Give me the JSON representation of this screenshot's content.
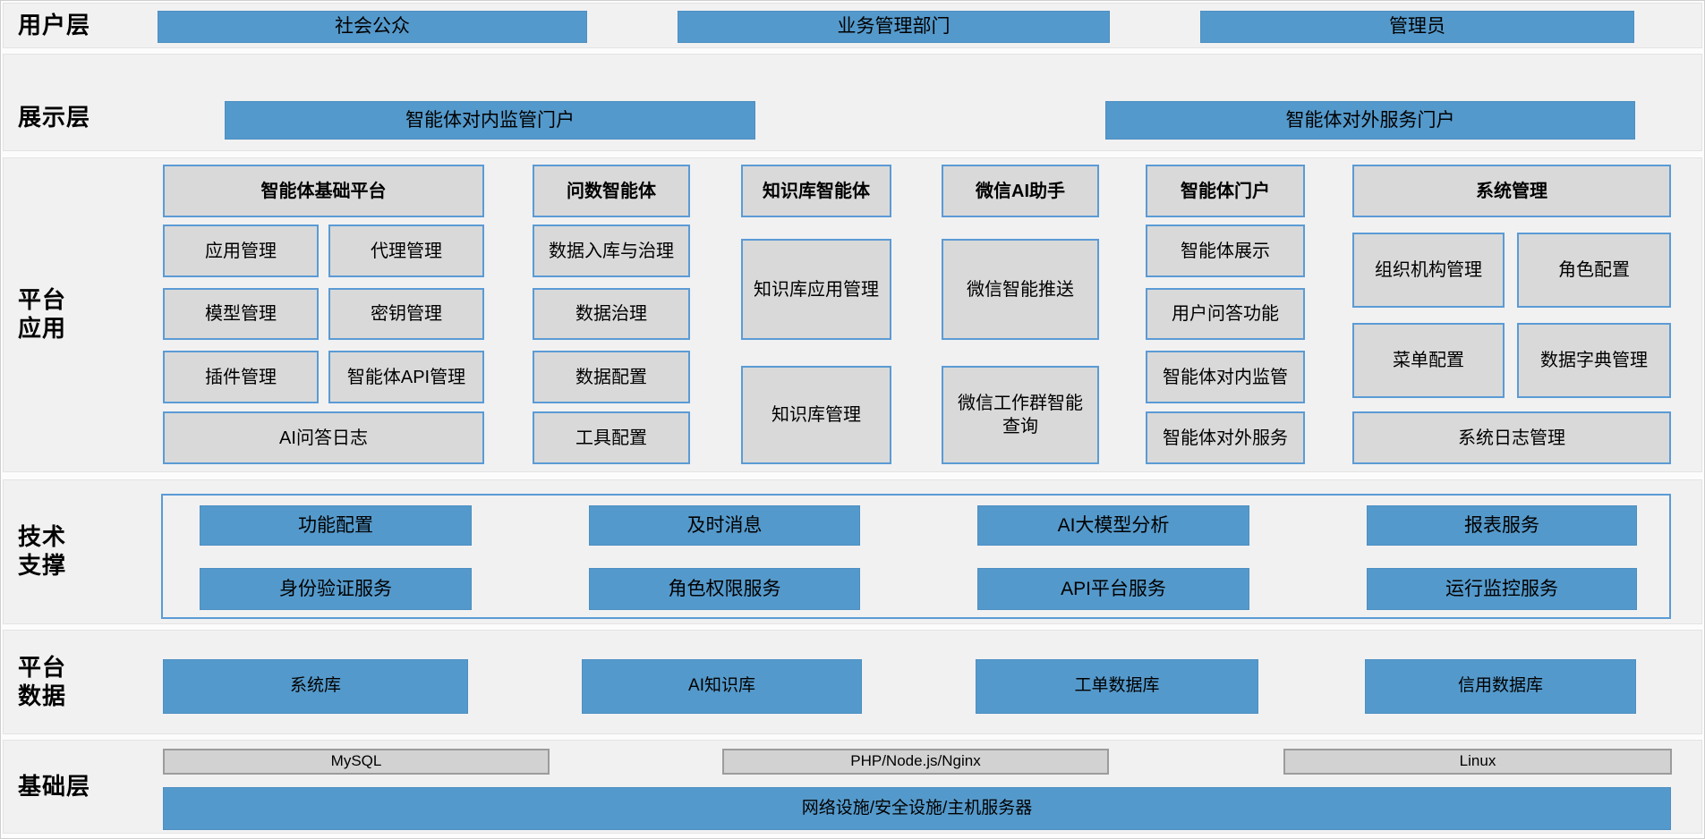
{
  "user_layer": {
    "label": "用户层",
    "boxes": [
      "社会公众",
      "业务管理部门",
      "管理员"
    ]
  },
  "display_layer": {
    "label": "展示层",
    "boxes": [
      "智能体对内监管门户",
      "智能体对外服务门户"
    ]
  },
  "platform_app_layer": {
    "label_lines": [
      "平台",
      "应用"
    ],
    "groups": [
      {
        "title": "智能体基础平台",
        "items": [
          "应用管理",
          "代理管理",
          "模型管理",
          "密钥管理",
          "插件管理",
          "智能体API管理",
          "AI问答日志"
        ]
      },
      {
        "title": "问数智能体",
        "items": [
          "数据入库与治理",
          "数据治理",
          "数据配置",
          "工具配置"
        ]
      },
      {
        "title": "知识库智能体",
        "items": [
          "知识库应用管理",
          "知识库管理"
        ]
      },
      {
        "title": "微信AI助手",
        "items": [
          "微信智能推送",
          "微信工作群智能查询"
        ]
      },
      {
        "title": "智能体门户",
        "items": [
          "智能体展示",
          "用户问答功能",
          "智能体对内监管",
          "智能体对外服务"
        ]
      },
      {
        "title": "系统管理",
        "items": [
          "组织机构管理",
          "角色配置",
          "菜单配置",
          "数据字典管理",
          "系统日志管理"
        ]
      }
    ]
  },
  "tech_support_layer": {
    "label_lines": [
      "技术",
      "支撑"
    ],
    "row1": [
      "功能配置",
      "及时消息",
      "AI大模型分析",
      "报表服务"
    ],
    "row2": [
      "身份验证服务",
      "角色权限服务",
      "API平台服务",
      "运行监控服务"
    ]
  },
  "platform_data_layer": {
    "label_lines": [
      "平台",
      "数据"
    ],
    "boxes": [
      "系统库",
      "AI知识库",
      "工单数据库",
      "信用数据库"
    ]
  },
  "base_layer": {
    "label": "基础层",
    "tech_boxes": [
      "MySQL",
      "PHP/Node.js/Nginx",
      "Linux"
    ],
    "infra_bar": "网络设施/安全设施/主机服务器"
  },
  "colors": {
    "accent_blue": "#5499cb",
    "box_border_blue": "#5b9bd5",
    "box_gray": "#d9d9d9",
    "tech_box_gray": "#d2d2d2",
    "band_background": "#f1f1f2",
    "text": "#000000"
  }
}
